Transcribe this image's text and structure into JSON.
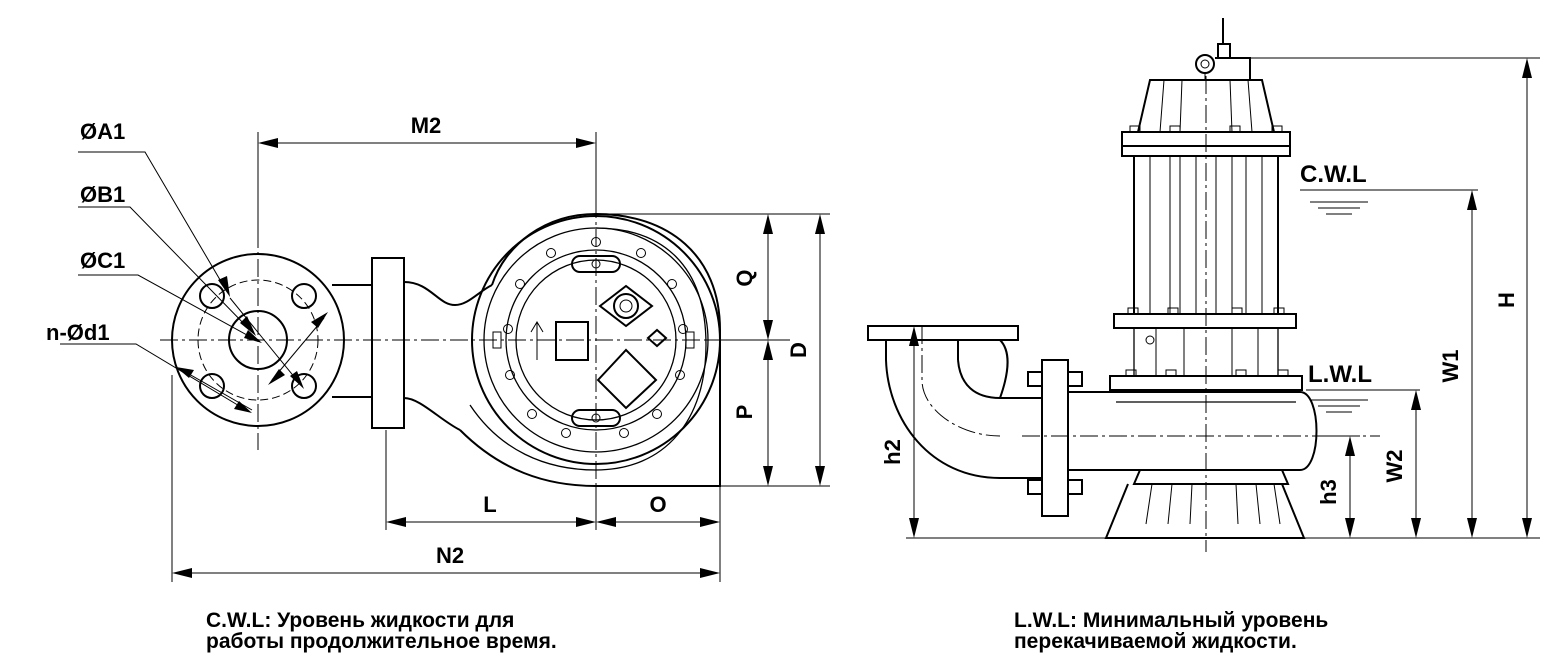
{
  "top_view": {
    "labels": {
      "a1": "ØA1",
      "b1": "ØB1",
      "c1": "ØC1",
      "nd1": "n-Ød1",
      "m2": "M2",
      "q": "Q",
      "d": "D",
      "p": "P",
      "l": "L",
      "o": "O",
      "n2": "N2"
    }
  },
  "side_view": {
    "labels": {
      "h": "H",
      "w1": "W1",
      "w2": "W2",
      "h2": "h2",
      "h3": "h3"
    },
    "water_levels": {
      "cwl": "C.W.L",
      "lwl": "L.W.L"
    }
  },
  "notes": {
    "cwl": {
      "line1": "C.W.L: Уровень жидкости для",
      "line2": "работы продолжительное время."
    },
    "lwl": {
      "line1": "L.W.L: Минимальный уровень",
      "line2": "перекачиваемой жидкости."
    }
  }
}
